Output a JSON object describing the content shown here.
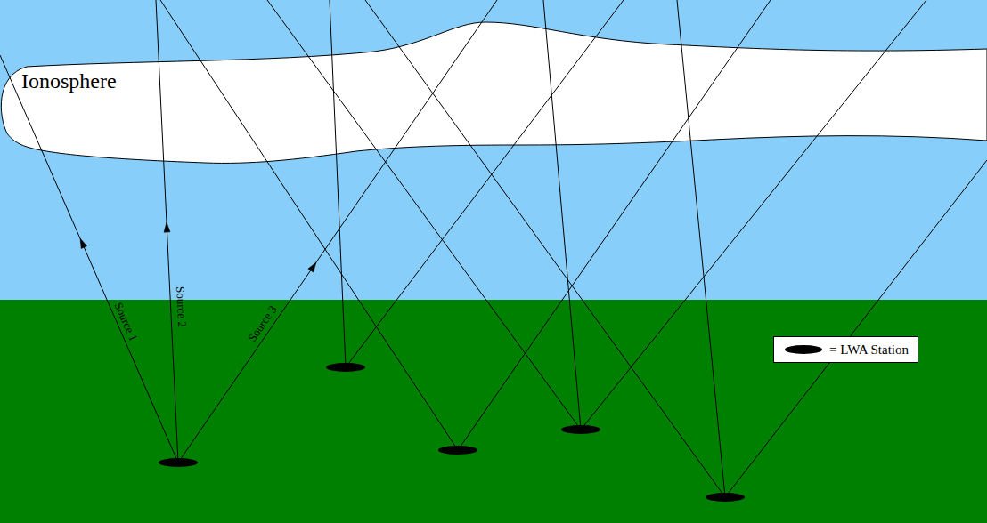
{
  "diagram": {
    "nodes": [
      {
        "text": [
          "Ionosphere"
        ]
      }
    ],
    "labels": [
      "Source 1",
      "Source 2",
      "Source 3"
    ],
    "legend": [
      {
        "text": "= LWA Station"
      }
    ]
  }
}
